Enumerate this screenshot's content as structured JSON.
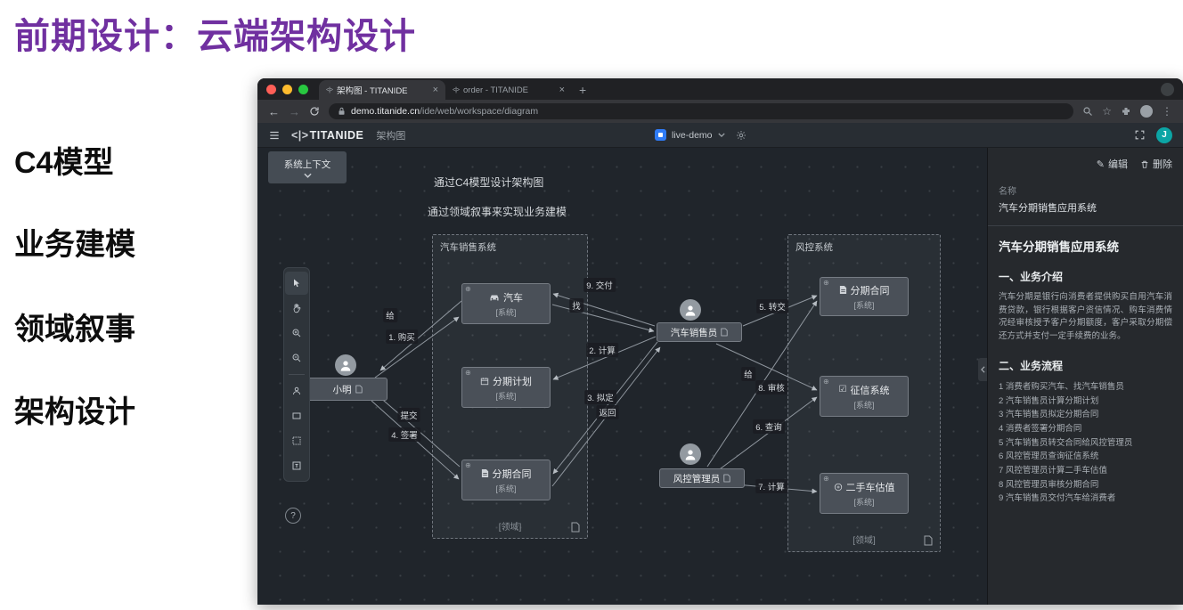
{
  "slide": {
    "title": "前期设计：云端架构设计",
    "side_labels": [
      "C4模型",
      "业务建模",
      "领域叙事",
      "架构设计"
    ],
    "accent_color": "#7030a0"
  },
  "browser": {
    "tabs": [
      {
        "title": "架构图 - TITANIDE"
      },
      {
        "title": "order - TITANIDE"
      }
    ],
    "url_domain": "demo.titanide.cn",
    "url_path": "/ide/web/workspace/diagram"
  },
  "app": {
    "logo_mark": "<|>",
    "logo_name": "TITANIDE",
    "doc_title": "架构图",
    "workspace": "live-demo",
    "avatar": "J"
  },
  "canvas": {
    "context_button": "系统上下文",
    "annotations": [
      "通过C4模型设计架构图",
      "通过领域叙事来实现业务建模"
    ]
  },
  "diagram": {
    "containers": [
      {
        "title": "汽车销售系统",
        "footer": "[领域]"
      },
      {
        "title": "风控系统",
        "footer": "[领域]"
      }
    ],
    "nodes": {
      "xiaoming": {
        "label": "小明"
      },
      "car": {
        "label": "汽车",
        "sub": "[系统]"
      },
      "plan": {
        "label": "分期计划",
        "sub": "[系统]"
      },
      "contract1": {
        "label": "分期合同",
        "sub": "[系统]"
      },
      "salesperson": {
        "label": "汽车销售员"
      },
      "riskadmin": {
        "label": "风控管理员"
      },
      "contract2": {
        "label": "分期合同",
        "sub": "[系统]"
      },
      "credit": {
        "label": "征信系统",
        "sub": "[系统]"
      },
      "valuation": {
        "label": "二手车估值",
        "sub": "[系统]"
      }
    },
    "edge_labels": {
      "give1": "给",
      "buy": "1. 购买",
      "submit": "提交",
      "sign": "4. 签署",
      "deliver": "9. 交付",
      "find": "找",
      "calc1": "2. 计算",
      "draft": "3. 拟定",
      "back": "返回",
      "transfer": "5. 转交",
      "give2": "给",
      "review": "8. 审核",
      "query": "6. 查询",
      "calc2": "7. 计算"
    }
  },
  "panel": {
    "edit_label": "编辑",
    "delete_label": "删除",
    "name_label": "名称",
    "name_value": "汽车分期销售应用系统",
    "heading": "汽车分期销售应用系统",
    "section1_title": "一、业务介绍",
    "section1_body": "汽车分期是银行向消费者提供购买自用汽车消费贷款，银行根据客户资信情况、购车消费情况经审核授予客户分期额度，客户采取分期偿还方式并支付一定手续费的业务。",
    "section2_title": "二、业务流程",
    "flow_steps": [
      "1 消费者购买汽车、找汽车销售员",
      "2 汽车销售员计算分期计划",
      "3 汽车销售员拟定分期合同",
      "4 消费者签署分期合同",
      "5 汽车销售员转交合同给风控管理员",
      "6 风控管理员查询征信系统",
      "7 风控管理员计算二手车估值",
      "8 风控管理员审核分期合同",
      "9 汽车销售员交付汽车给消费者"
    ]
  },
  "icons": {
    "close": "×",
    "plus": "+",
    "back_arrow": "←",
    "forward_arrow": "→",
    "star": "☆",
    "menu_dots": "⋮",
    "edit": "✎",
    "zoom_badge": "⊕",
    "check": "☑",
    "help": "?"
  }
}
